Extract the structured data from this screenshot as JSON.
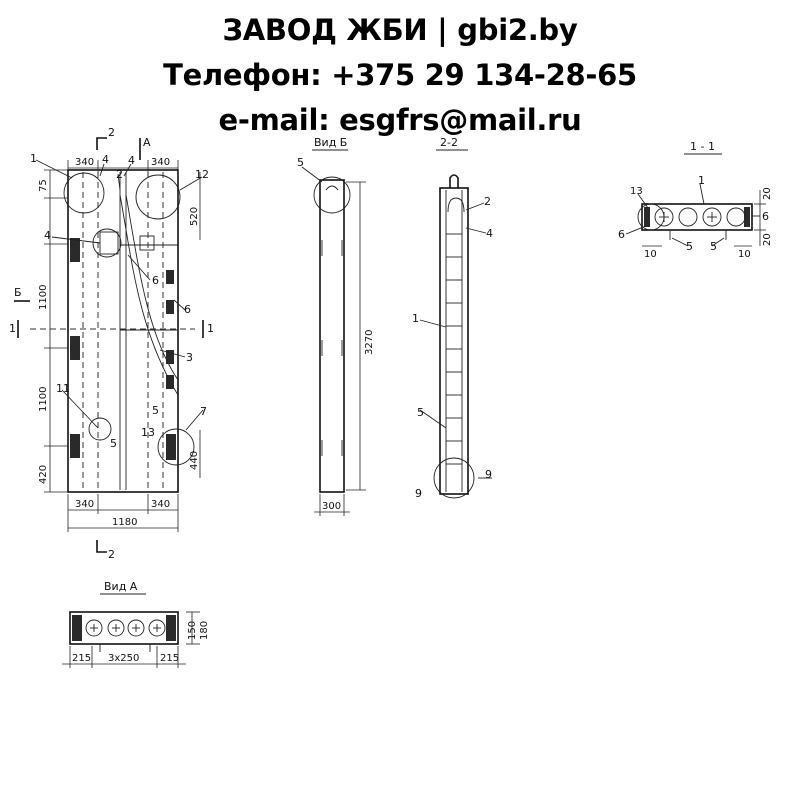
{
  "header": {
    "line1": "ЗАВОД ЖБИ | gbi2.by",
    "line2": "Телефон: +375 29 134-28-65",
    "line3": "e-mail: esgfrs@mail.ru"
  },
  "front": {
    "section_mark_top": "2",
    "section_mark_bottom": "2",
    "view_arrow_a": "A",
    "view_arrow_b": "Б",
    "cut_mark_left": "1",
    "cut_mark_right": "1",
    "dim_top_left": "340",
    "dim_top_right": "340",
    "dim_75": "75",
    "dim_520": "520",
    "dim_1100_a": "1100",
    "dim_1100_b": "1100",
    "dim_420": "420",
    "dim_bottom_left": "340",
    "dim_bottom_right": "340",
    "dim_total": "1180",
    "dim_440": "440",
    "callouts": [
      "1",
      "4",
      "4",
      "2",
      "12",
      "4",
      "6",
      "6",
      "3",
      "11",
      "5",
      "5",
      "13",
      "7"
    ]
  },
  "view_b": {
    "title": "Вид Б",
    "callout": "5",
    "dim_height": "3270",
    "dim_width": "300"
  },
  "section_22": {
    "title": "2-2",
    "callouts": [
      "2",
      "4",
      "1",
      "5",
      "9",
      "9"
    ]
  },
  "section_11": {
    "title": "1 - 1",
    "callouts": [
      "1",
      "13",
      "6",
      "6",
      "5",
      "5"
    ],
    "dim_20_top": "20",
    "dim_20_bottom": "20",
    "dim_10_left": "10",
    "dim_10_right": "10"
  },
  "view_a": {
    "title": "Вид А",
    "dim_left": "215",
    "dim_mid": "3х250",
    "dim_right": "215",
    "dim_height": "150",
    "dim_h2": "180"
  }
}
